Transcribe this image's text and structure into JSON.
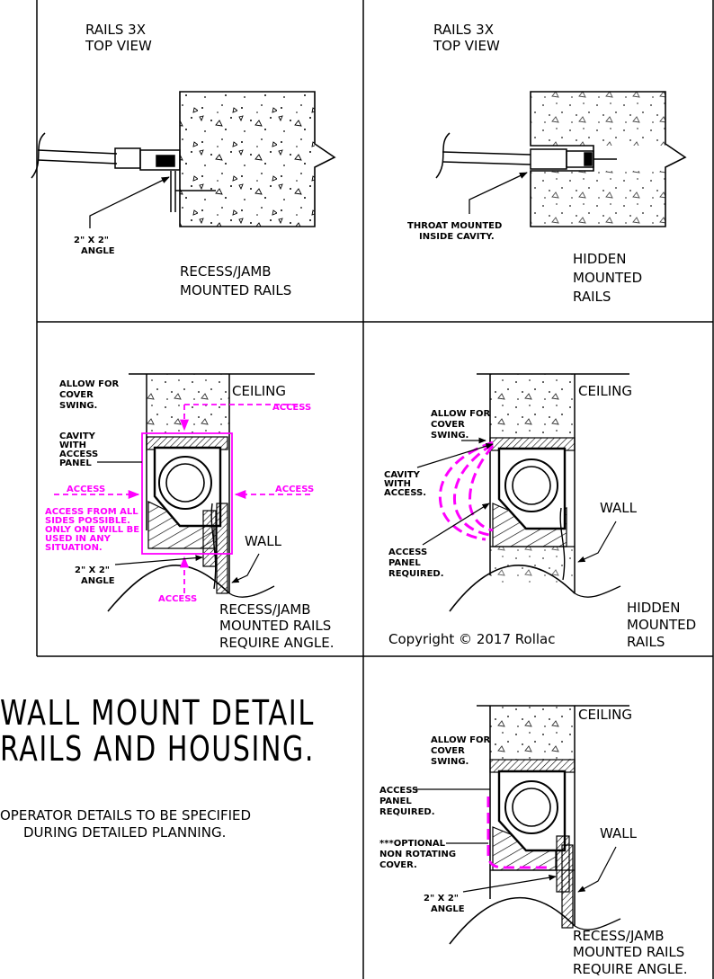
{
  "panel1": {
    "title": [
      "RAILS 3X",
      "TOP VIEW"
    ],
    "angle_label": [
      "2\" X 2\"",
      "ANGLE"
    ],
    "caption": [
      "RECESS/JAMB",
      "MOUNTED RAILS"
    ]
  },
  "panel2": {
    "title": [
      "RAILS 3X",
      "TOP VIEW"
    ],
    "throat_label": [
      "THROAT MOUNTED",
      "INSIDE CAVITY."
    ],
    "caption": [
      "HIDDEN",
      "MOUNTED",
      "RAILS"
    ]
  },
  "panel3": {
    "allow_label": [
      "ALLOW FOR",
      "COVER",
      "SWING."
    ],
    "ceiling": "CEILING",
    "access_top": "ACCESS",
    "cavity_label": [
      "CAVITY",
      "WITH",
      "ACCESS",
      "PANEL"
    ],
    "access_left": "ACCESS",
    "access_right": "ACCESS",
    "access_note": [
      "ACCESS FROM ALL",
      "SIDES POSSIBLE.",
      "ONLY ONE WILL BE",
      "USED IN ANY",
      "SITUATION."
    ],
    "wall": "WALL",
    "angle_label": [
      "2\" X 2\"",
      "ANGLE"
    ],
    "access_bottom": "ACCESS",
    "caption": [
      "RECESS/JAMB",
      "MOUNTED RAILS",
      "REQUIRE ANGLE."
    ]
  },
  "panel4": {
    "ceiling": "CEILING",
    "allow_label": [
      "ALLOW FOR",
      "COVER",
      "SWING."
    ],
    "cavity_label": [
      "CAVITY",
      "WITH",
      "ACCESS."
    ],
    "wall": "WALL",
    "panel_label": [
      "ACCESS",
      "PANEL",
      "REQUIRED."
    ],
    "copyright": "Copyright © 2017 Rollac",
    "caption": [
      "HIDDEN",
      "MOUNTED",
      "RAILS"
    ]
  },
  "main_title": [
    "WALL MOUNT DETAIL",
    "RAILS AND HOUSING."
  ],
  "operator_note": [
    "OPERATOR DETAILS TO BE SPECIFIED",
    "DURING DETAILED PLANNING."
  ],
  "panel5": {
    "ceiling": "CEILING",
    "allow_label": [
      "ALLOW FOR",
      "COVER",
      "SWING."
    ],
    "panel_label": [
      "ACCESS",
      "PANEL",
      "REQUIRED."
    ],
    "optional_label": [
      "***OPTIONAL",
      "NON ROTATING",
      "COVER."
    ],
    "wall": "WALL",
    "angle_label": [
      "2\" X 2\"",
      "ANGLE"
    ],
    "caption": [
      "RECESS/JAMB",
      "MOUNTED RAILS",
      "REQUIRE ANGLE."
    ]
  },
  "colors": {
    "line": "#000000",
    "access": "#ff00ff"
  }
}
